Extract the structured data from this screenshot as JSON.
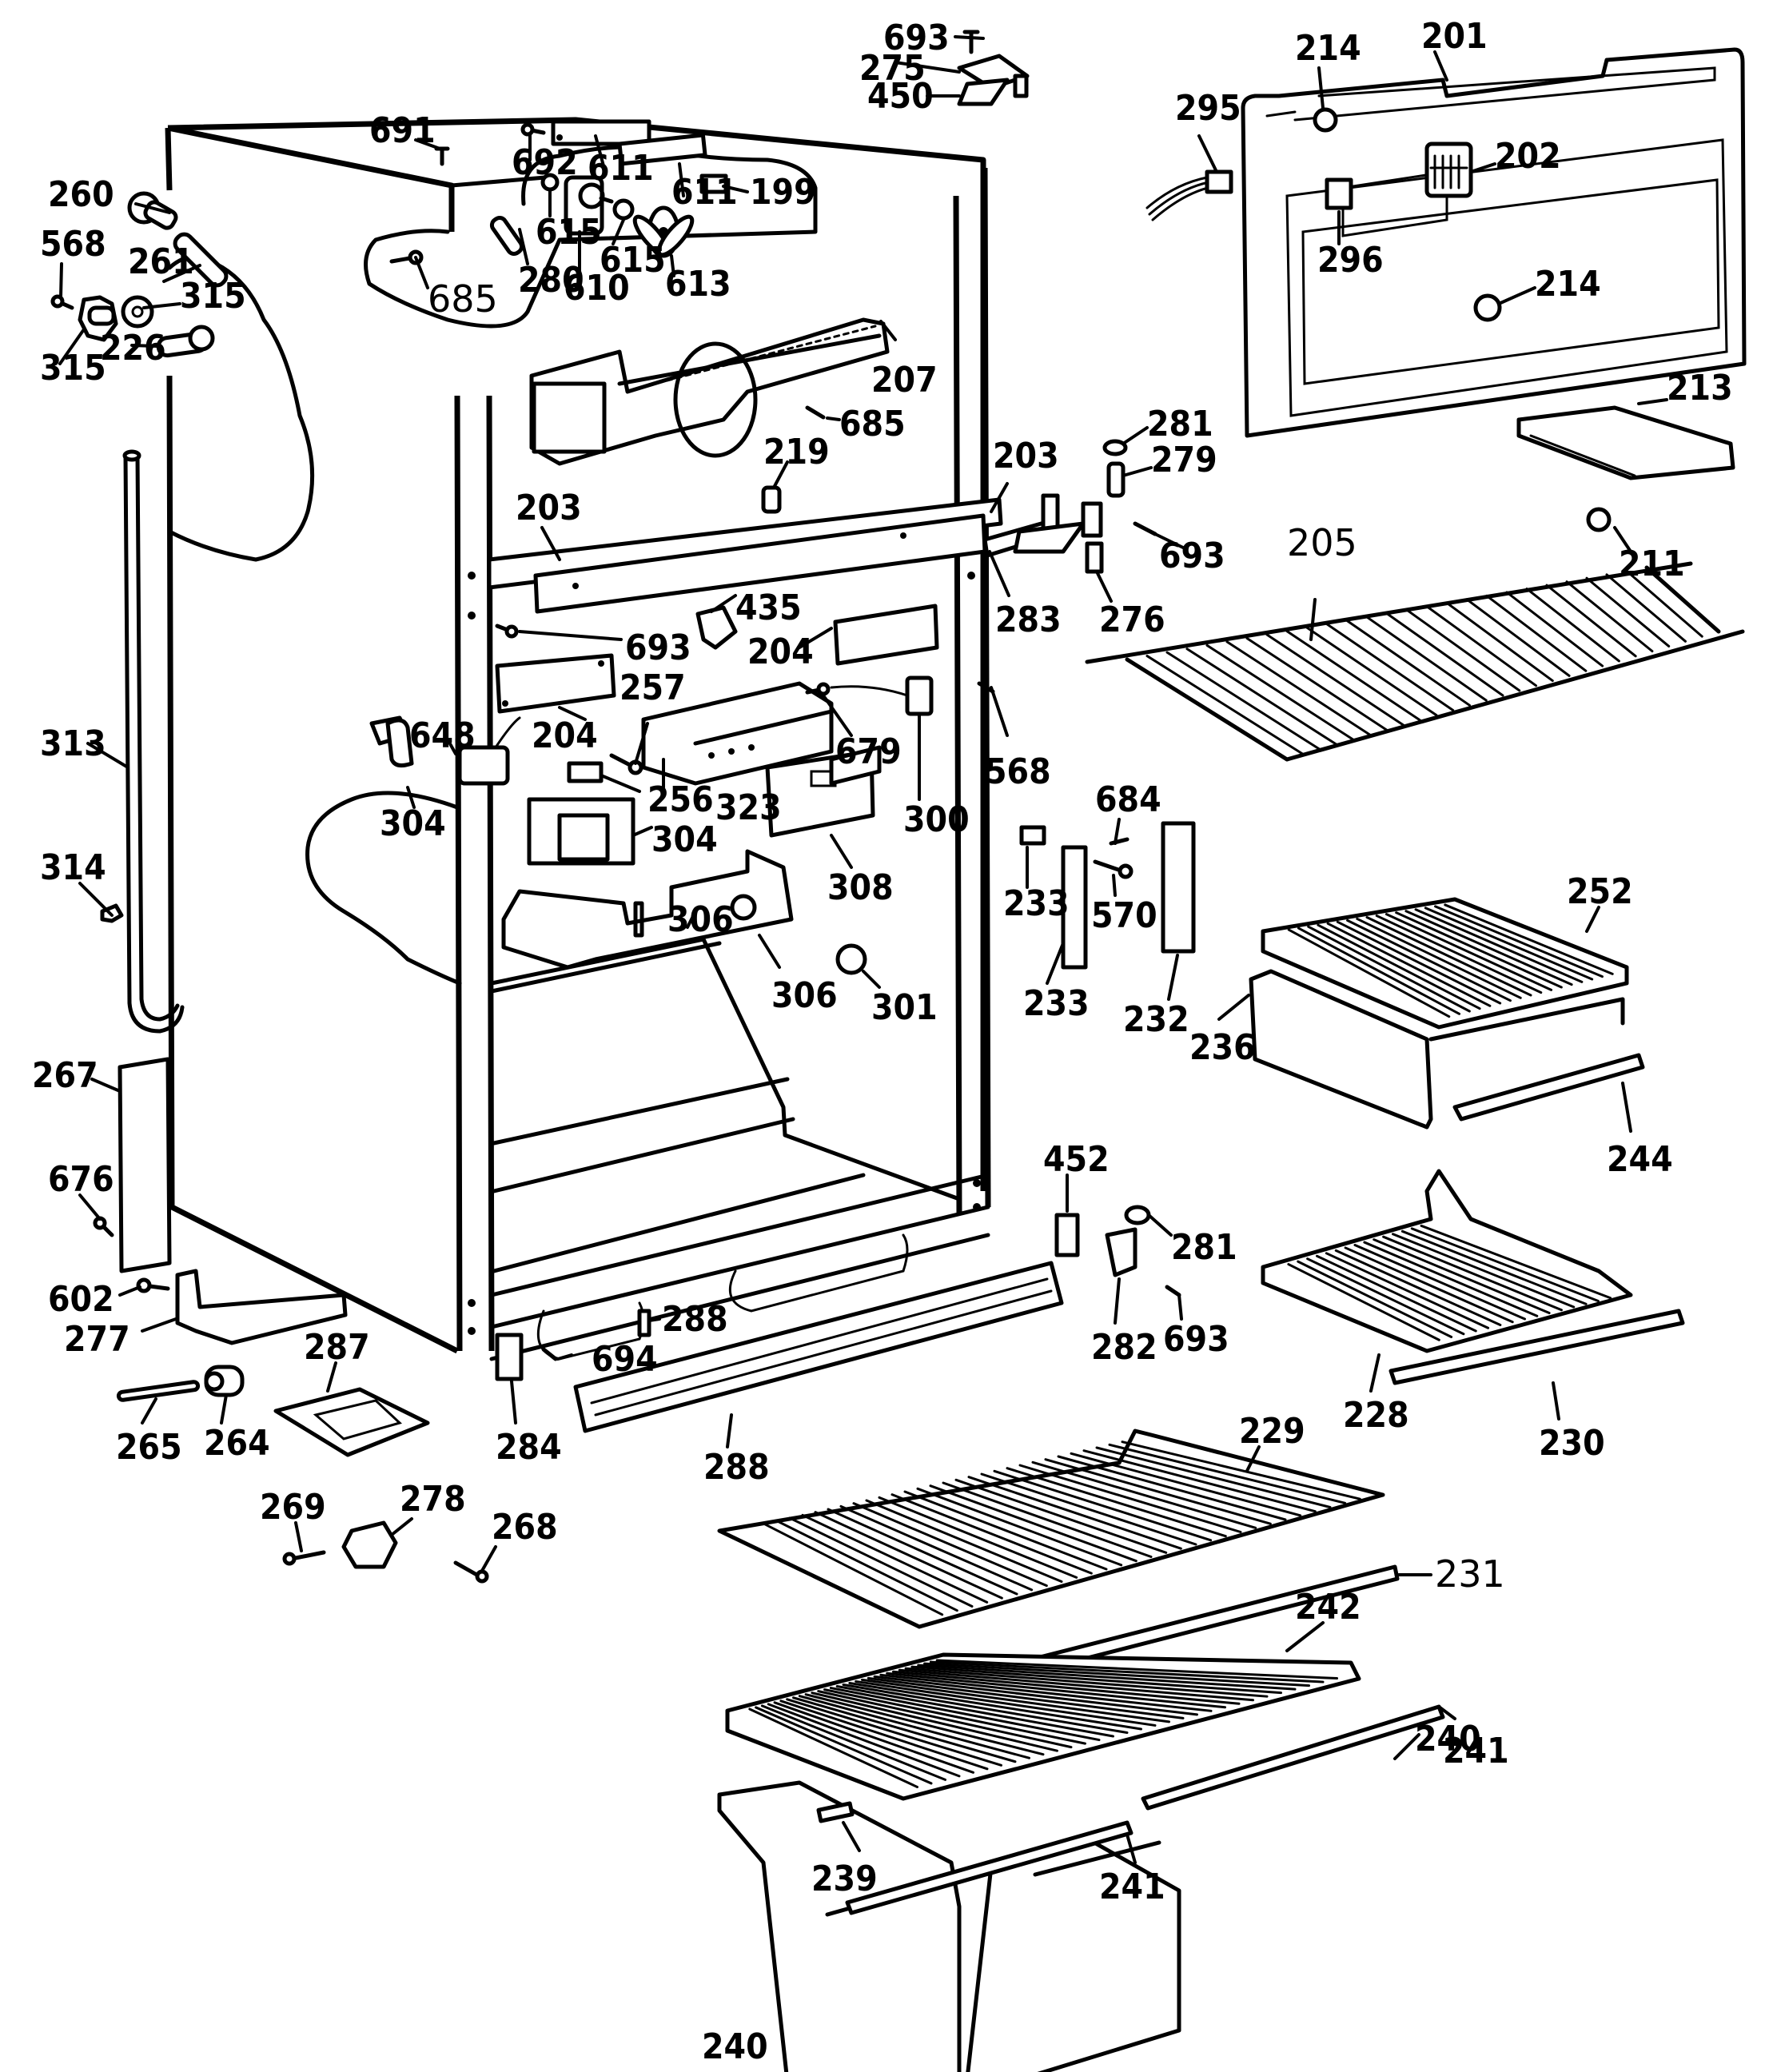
{
  "title": "Refrigerator cabinet & fresh food compartment exploded parts diagram",
  "colors": {
    "ink": "#000000",
    "paper": "#ffffff"
  },
  "labels": {
    "p693_top": "693",
    "p275": "275",
    "p450": "450",
    "p214_a": "214",
    "p201": "201",
    "p295": "295",
    "p202": "202",
    "p296": "296",
    "p214_b": "214",
    "p691": "691",
    "p692": "692",
    "p611_a": "611",
    "p611_b": "611",
    "p199": "199",
    "p260": "260",
    "p261": "261",
    "p615_a": "615",
    "p615_b": "615",
    "p280": "280",
    "p610": "610",
    "p613": "613",
    "p568_a": "568",
    "p315_a": "315",
    "p315_b": "315",
    "p226": "226",
    "p685_a": "685",
    "p685_b": "685",
    "p207": "207",
    "p281_a": "281",
    "p213": "213",
    "p279": "279",
    "p219": "219",
    "p203_a": "203",
    "p203_b": "203",
    "p693_b": "693",
    "p211": "211",
    "p205": "205",
    "p283": "283",
    "p276": "276",
    "p435": "435",
    "p693_c": "693",
    "p204_a": "204",
    "p204_b": "204",
    "p257": "257",
    "p679": "679",
    "p313": "313",
    "p648": "648",
    "p304_a": "304",
    "p256": "256",
    "p323": "323",
    "p300": "300",
    "p568_b": "568",
    "p304_b": "304",
    "p308": "308",
    "p684": "684",
    "p233_a": "233",
    "p570": "570",
    "p233_b": "233",
    "p232": "232",
    "p314": "314",
    "p306_a": "306",
    "p306_b": "306",
    "p301": "301",
    "p252": "252",
    "p236": "236",
    "p244": "244",
    "p267": "267",
    "p676": "676",
    "p452": "452",
    "p281_b": "281",
    "p602": "602",
    "p277": "277",
    "p288_a": "288",
    "p694": "694",
    "p282": "282",
    "p693_d": "693",
    "p287": "287",
    "p265": "265",
    "p264": "264",
    "p284": "284",
    "p288_b": "288",
    "p228": "228",
    "p230": "230",
    "p269": "269",
    "p278": "278",
    "p268": "268",
    "p229": "229",
    "p231": "231",
    "p242": "242",
    "p240_a": "240",
    "p241_a": "241",
    "p239": "239",
    "p241_b": "241",
    "p240_b": "240"
  }
}
